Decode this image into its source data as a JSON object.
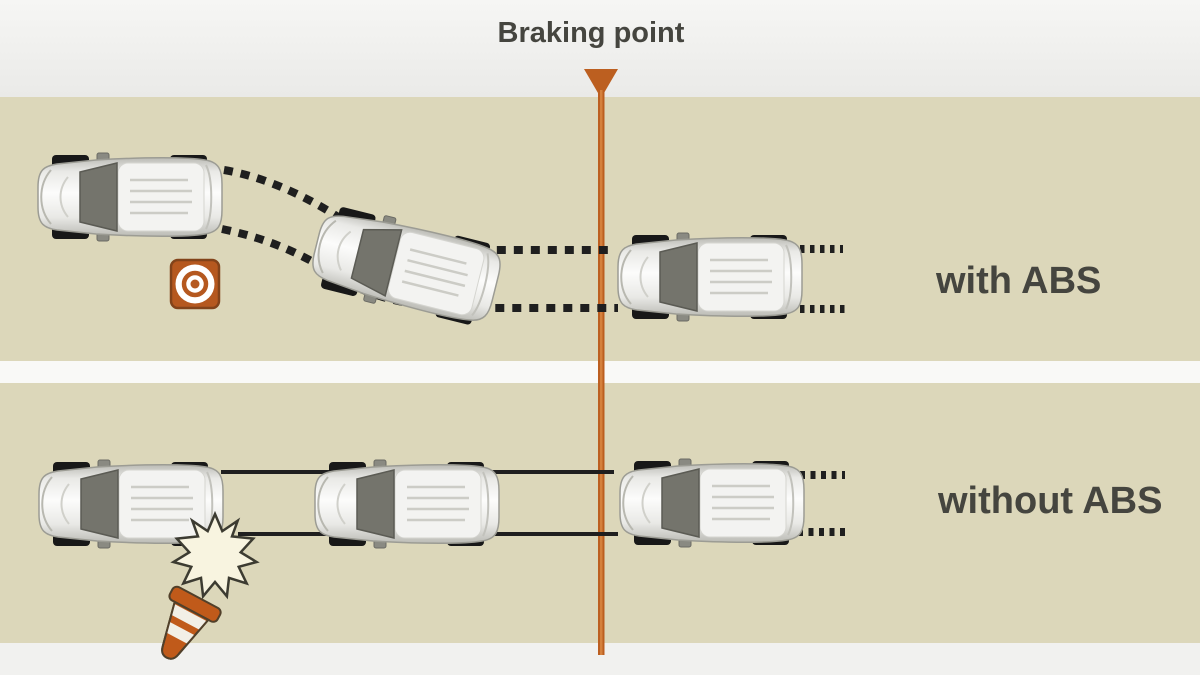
{
  "header": {
    "title": "Braking point"
  },
  "scenarios": {
    "with_abs": {
      "label": "with ABS",
      "path_style": "curved dashed wheel tracks (car steers around obstacle)",
      "obstacle_icon": "target-icon",
      "car_count": 3
    },
    "without_abs": {
      "label": "without ABS",
      "path_style": "straight solid wheel tracks (car slides into obstacle)",
      "crash_icon": "starburst-icon",
      "cone_icon": "traffic-cone-icon",
      "car_count": 3
    }
  },
  "icons": {
    "braking_marker": "triangle-down-icon",
    "obstacle": "target-icon",
    "crash": "starburst-icon",
    "cone": "traffic-cone-icon"
  },
  "colors": {
    "accent_orange": "#bc5f20",
    "accent_orange_light": "#d98743",
    "band_beige": "#dcd7ba",
    "track_black": "#1f1f1f",
    "label_gray": "#45453f",
    "target_orange": "#b5581f",
    "cone_orange": "#c05a1a",
    "crash_cream": "#f8f4e0"
  }
}
